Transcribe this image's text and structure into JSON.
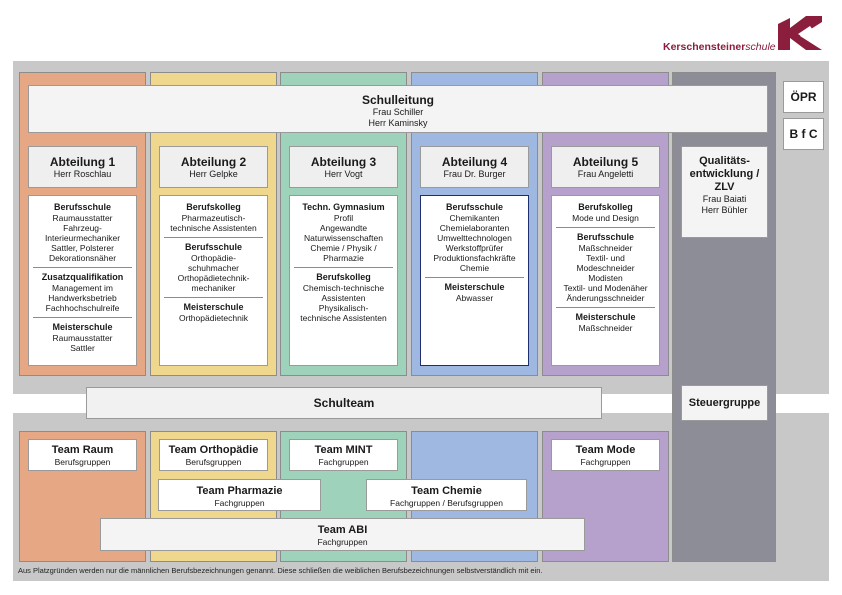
{
  "logo": {
    "text_bold": "Kerschensteiner",
    "text_italic": "schule",
    "colors": {
      "brand": "#8a1e3c"
    }
  },
  "schulleitung": {
    "title": "Schulleitung",
    "person1": "Frau Schiller",
    "person2": "Herr Kaminsky"
  },
  "side": {
    "opr": "ÖPR",
    "bfc": "B f C"
  },
  "departments": [
    {
      "title": "Abteilung 1",
      "head": "Herr Roschlau",
      "groups": [
        {
          "title": "Berufsschule",
          "items": [
            "Raumausstatter",
            "Fahrzeug-",
            "Interieurmechaniker",
            "Sattler, Polsterer",
            "Dekorationsnäher"
          ]
        },
        {
          "title": "Zusatzqualifikation",
          "items": [
            "Management im",
            "Handwerksbetrieb",
            "Fachhochschulreife"
          ]
        },
        {
          "title": "Meisterschule",
          "items": [
            "Raumausstatter",
            "Sattler"
          ]
        }
      ]
    },
    {
      "title": "Abteilung 2",
      "head": "Herr Gelpke",
      "groups": [
        {
          "title": "Berufskolleg",
          "items": [
            "Pharmazeutisch-",
            "technische Assistenten"
          ]
        },
        {
          "title": "Berufsschule",
          "items": [
            "Orthopädie-",
            "schuhmacher",
            "Orthopädietechnik-",
            "mechaniker"
          ]
        },
        {
          "title": "Meisterschule",
          "items": [
            "Orthopädietechnik"
          ]
        }
      ]
    },
    {
      "title": "Abteilung 3",
      "head": "Herr Vogt",
      "groups": [
        {
          "title": "Techn. Gymnasium",
          "items": [
            "Profil",
            "Angewandte",
            "Naturwissenschaften",
            "Chemie / Physik /",
            "Pharmazie"
          ]
        },
        {
          "title": "Berufskolleg",
          "items": [
            "Chemisch-technische",
            "Assistenten",
            "Physikalisch-",
            "technische Assistenten"
          ]
        }
      ]
    },
    {
      "title": "Abteilung 4",
      "head": "Frau Dr. Burger",
      "groups": [
        {
          "title": "Berufsschule",
          "items": [
            "Chemikanten",
            "Chemielaboranten",
            "Umwelttechnologen",
            "Werkstoffprüfer",
            "Produktionsfachkräfte",
            "Chemie"
          ]
        },
        {
          "title": "Meisterschule",
          "items": [
            "Abwasser"
          ]
        }
      ]
    },
    {
      "title": "Abteilung 5",
      "head": "Frau Angeletti",
      "groups": [
        {
          "title": "Berufskolleg",
          "items": [
            "Mode und Design"
          ]
        },
        {
          "title": "Berufsschule",
          "items": [
            "Maßschneider",
            "Textil- und",
            "Modeschneider",
            "Modisten",
            "Textil- und Modenäher",
            "Änderungsschneider"
          ]
        },
        {
          "title": "Meisterschule",
          "items": [
            "Maßschneider"
          ]
        }
      ]
    }
  ],
  "quality": {
    "title_lines": [
      "Qualitäts-",
      "entwicklung /",
      "ZLV"
    ],
    "person1": "Frau Baiati",
    "person2": "Herr Bühler"
  },
  "schulteam": "Schulteam",
  "steuergruppe": "Steuergruppe",
  "teams": {
    "raum": {
      "title": "Team Raum",
      "sub": "Berufsgruppen"
    },
    "ortho": {
      "title": "Team Orthopädie",
      "sub": "Berufsgruppen"
    },
    "mint": {
      "title": "Team MINT",
      "sub": "Fachgruppen"
    },
    "mode": {
      "title": "Team Mode",
      "sub": "Fachgruppen"
    },
    "pharma": {
      "title": "Team Pharmazie",
      "sub": "Fachgruppen"
    },
    "chemie": {
      "title": "Team Chemie",
      "sub": "Fachgruppen / Berufsgruppen"
    },
    "abi": {
      "title": "Team ABI",
      "sub": "Fachgruppen"
    }
  },
  "footer": "Aus Platzgründen werden nur die männlichen Berufsbezeichnungen genannt. Diese schließen die weiblichen Berufsbezeichnungen selbstverständlich mit ein.",
  "colors": {
    "abteilung1": "#e6a884",
    "abteilung2": "#efd88d",
    "abteilung3": "#9fd2bb",
    "abteilung4": "#9fb8e2",
    "abteilung5": "#b6a1cd",
    "quality": "#8d8d98",
    "background": "#c8c8c8"
  }
}
